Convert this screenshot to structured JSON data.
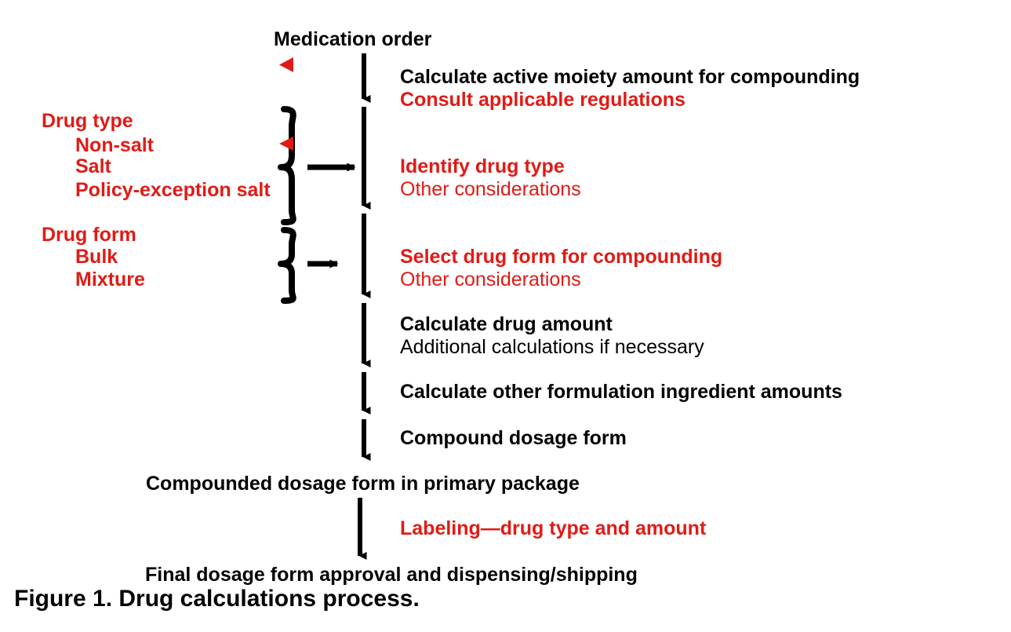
{
  "figure": {
    "caption": "Figure 1. Drug calculations process.",
    "colors": {
      "accent_red": "#E01B16",
      "primary_black": "#000000",
      "background": "#FFFFFF"
    }
  },
  "flow": {
    "entry_label": "Medication order",
    "terminal_labels": [
      "Compounded dosage form in primary package",
      "Final dosage form approval and dispensing/shipping"
    ],
    "steps": [
      {
        "id": "step-1",
        "primary": "Calculate active moiety amount for compounding",
        "primary_color": "black",
        "primary_weight": "bold",
        "secondary": "Consult applicable regulations",
        "secondary_color": "red",
        "secondary_weight": "bold"
      },
      {
        "id": "step-2",
        "primary": "Identify drug type",
        "primary_color": "red",
        "primary_weight": "bold",
        "secondary": "Other considerations",
        "secondary_color": "red",
        "secondary_weight": "normal"
      },
      {
        "id": "step-3",
        "primary": "Select drug form for compounding",
        "primary_color": "red",
        "primary_weight": "bold",
        "secondary": "Other considerations",
        "secondary_color": "red",
        "secondary_weight": "normal"
      },
      {
        "id": "step-4",
        "primary": "Calculate drug amount",
        "primary_color": "black",
        "primary_weight": "bold",
        "secondary": "Additional calculations if necessary",
        "secondary_color": "black",
        "secondary_weight": "normal"
      },
      {
        "id": "step-5",
        "primary": "Calculate other formulation ingredient amounts",
        "primary_color": "black",
        "primary_weight": "bold",
        "secondary": "",
        "secondary_color": "black",
        "secondary_weight": "normal"
      },
      {
        "id": "step-6",
        "primary": "Compound dosage form",
        "primary_color": "black",
        "primary_weight": "bold",
        "secondary": "",
        "secondary_color": "black",
        "secondary_weight": "normal"
      },
      {
        "id": "step-7",
        "primary": "Labeling—drug type and amount",
        "primary_color": "red",
        "primary_weight": "bold",
        "secondary": "",
        "secondary_color": "red",
        "secondary_weight": "normal"
      }
    ]
  },
  "side_groups": [
    {
      "id": "group-drug-type",
      "heading": "Drug type",
      "items": [
        "Non-salt",
        "Salt",
        "Policy-exception salt"
      ],
      "marker_item_index": 0
    },
    {
      "id": "group-drug-form",
      "heading": "Drug form",
      "items": [
        "Bulk",
        "Mixture"
      ],
      "marker_item_index": -1
    }
  ],
  "markers": {
    "top_marker_label": "left-pointing triangle marker",
    "count": 2
  }
}
